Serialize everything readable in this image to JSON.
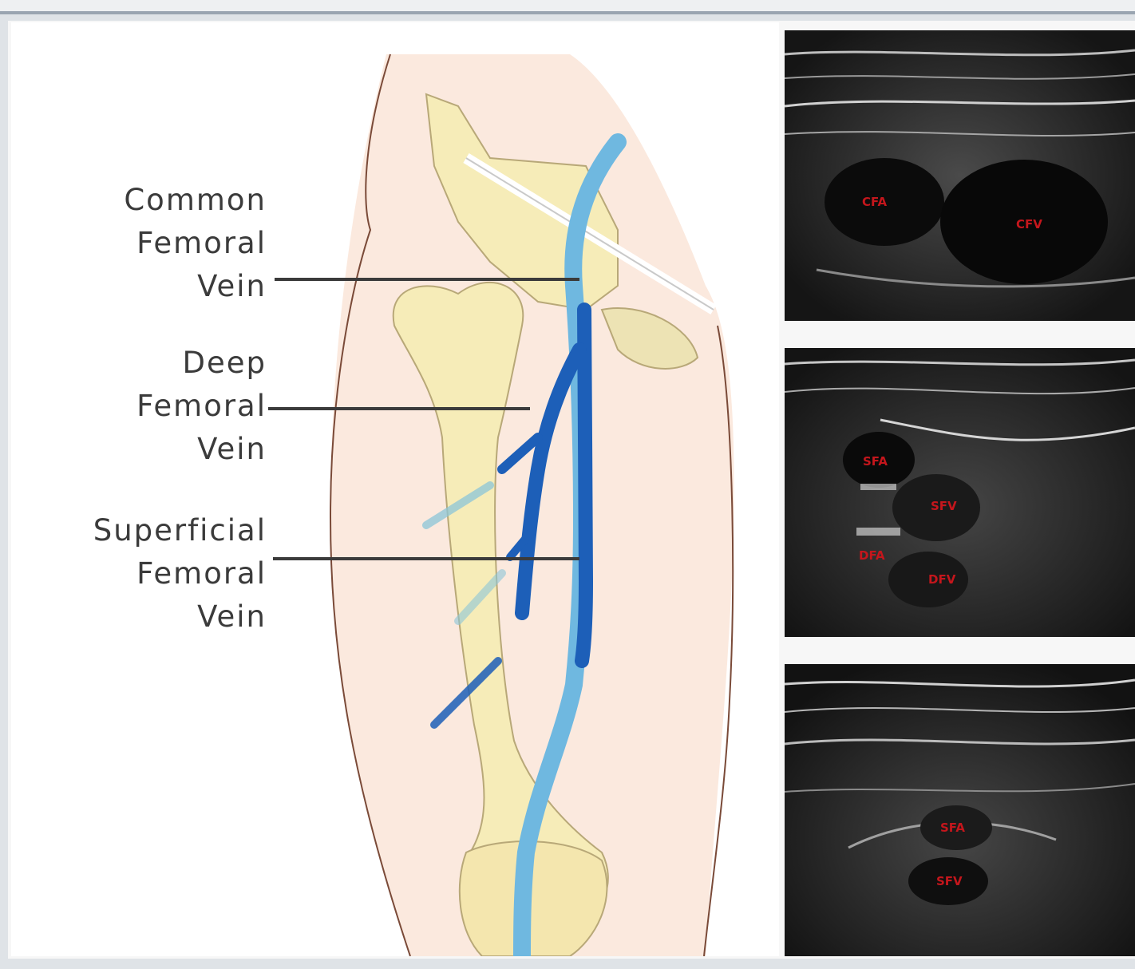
{
  "labels": {
    "common": [
      "Common",
      "Femoral",
      "Vein"
    ],
    "deep": [
      "Deep",
      "Femoral",
      "Vein"
    ],
    "superficial": [
      "Superficial",
      "Femoral",
      "Vein"
    ]
  },
  "ultrasound": {
    "panel1": {
      "left_label": "CFA",
      "right_label": "CFV"
    },
    "panel2": {
      "label_a": "SFA",
      "label_b": "SFV",
      "label_c": "DFA",
      "label_d": "DFV"
    },
    "panel3": {
      "label_a": "SFA",
      "label_b": "SFV"
    }
  },
  "colors": {
    "skin": "#fbe8dc",
    "bone": "#f6ecb8",
    "vein_light": "#6fb8e0",
    "vein_dark": "#1d5fb8",
    "label_red": "#c4161c"
  }
}
